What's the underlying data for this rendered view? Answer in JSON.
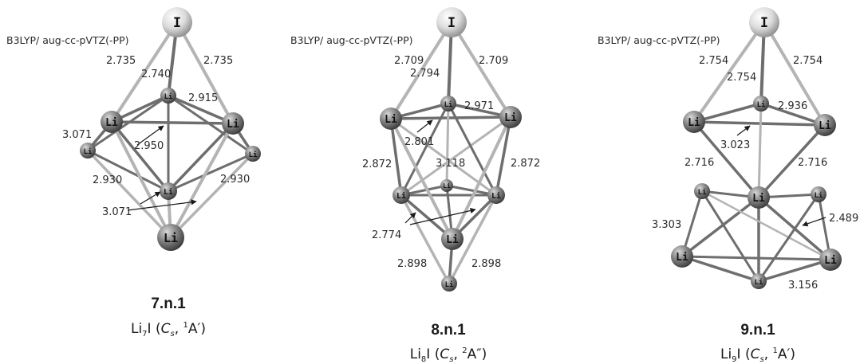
{
  "method_label": "B3LYP/ aug-cc-pVTZ(-PP)",
  "atom_labels": {
    "iodine": "I",
    "lithium": "Li"
  },
  "clusters": [
    {
      "id": "7.n.1",
      "formula": {
        "base": "Li",
        "count": "7",
        "element": "I",
        "open": " (",
        "point_group": "C",
        "pg_sub": "s",
        "sep": ", ",
        "mult": "1",
        "state": "A′",
        "close": ")"
      },
      "distances": [
        "2.735",
        "2.740",
        "2.735",
        "2.915",
        "3.071",
        "2.950",
        "2.930",
        "2.930",
        "3.071"
      ]
    },
    {
      "id": "8.n.1",
      "formula": {
        "base": "Li",
        "count": "8",
        "element": "I",
        "open": " (",
        "point_group": "C",
        "pg_sub": "s",
        "sep": ", ",
        "mult": "2",
        "state": "A″",
        "close": ")"
      },
      "distances": [
        "2.709",
        "2.794",
        "2.709",
        "2.971",
        "2.801",
        "2.872",
        "3.118",
        "2.872",
        "2.774",
        "2.898",
        "2.898"
      ]
    },
    {
      "id": "9.n.1",
      "formula": {
        "base": "Li",
        "count": "9",
        "element": "I",
        "open": " (",
        "point_group": "C",
        "pg_sub": "s",
        "sep": ", ",
        "mult": "1",
        "state": "A′",
        "close": ")"
      },
      "distances": [
        "2.754",
        "2.754",
        "2.754",
        "2.936",
        "3.023",
        "2.716",
        "2.716",
        "3.303",
        "2.489",
        "3.156"
      ]
    }
  ]
}
